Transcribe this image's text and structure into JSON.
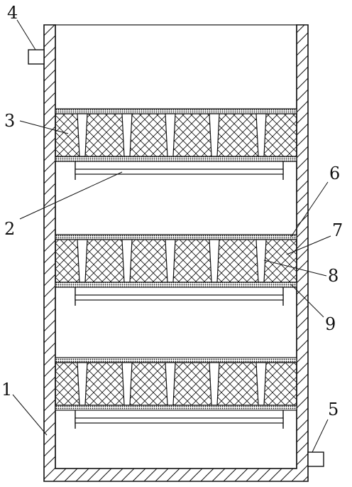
{
  "diagram": {
    "callouts": [
      {
        "id": "housing",
        "label": "1"
      },
      {
        "id": "support-rod",
        "label": "2"
      },
      {
        "id": "filter-block",
        "label": "3"
      },
      {
        "id": "inlet-pipe",
        "label": "4"
      },
      {
        "id": "outlet-pipe",
        "label": "5"
      },
      {
        "id": "upper-mesh-plate",
        "label": "6"
      },
      {
        "id": "filter-layer",
        "label": "7"
      },
      {
        "id": "tapered-hole",
        "label": "8"
      },
      {
        "id": "lower-mesh-plate",
        "label": "9"
      }
    ],
    "shelf_count": 3,
    "funnels_per_shelf": 5,
    "colors": {
      "line": "#111111",
      "background": "#ffffff"
    }
  }
}
